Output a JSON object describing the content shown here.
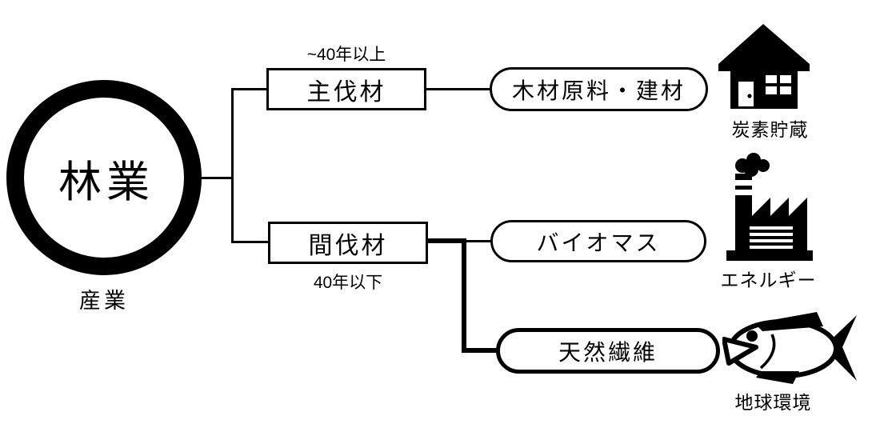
{
  "diagram": {
    "root": {
      "title": "林業",
      "subtitle": "産業"
    },
    "branches": [
      {
        "label": "主伐材",
        "annotation": "~40年以上",
        "annotation_position": "above"
      },
      {
        "label": "間伐材",
        "annotation": "40年以下",
        "annotation_position": "below"
      }
    ],
    "outputs": [
      {
        "label": "木材原料・建材",
        "from": "主伐材",
        "emphasis": false
      },
      {
        "label": "バイオマス",
        "from": "間伐材",
        "emphasis": false
      },
      {
        "label": "天然繊維",
        "from": "間伐材",
        "emphasis": true
      }
    ],
    "icons": [
      {
        "name": "house-icon",
        "label": "炭素貯蔵",
        "linked_output": "木材原料・建材"
      },
      {
        "name": "factory-icon",
        "label": "エネルギー",
        "linked_output": "バイオマス"
      },
      {
        "name": "fish-icon",
        "label": "地球環境",
        "linked_output": "天然繊維"
      }
    ],
    "colors": {
      "foreground": "#000000",
      "background": "#ffffff"
    }
  }
}
